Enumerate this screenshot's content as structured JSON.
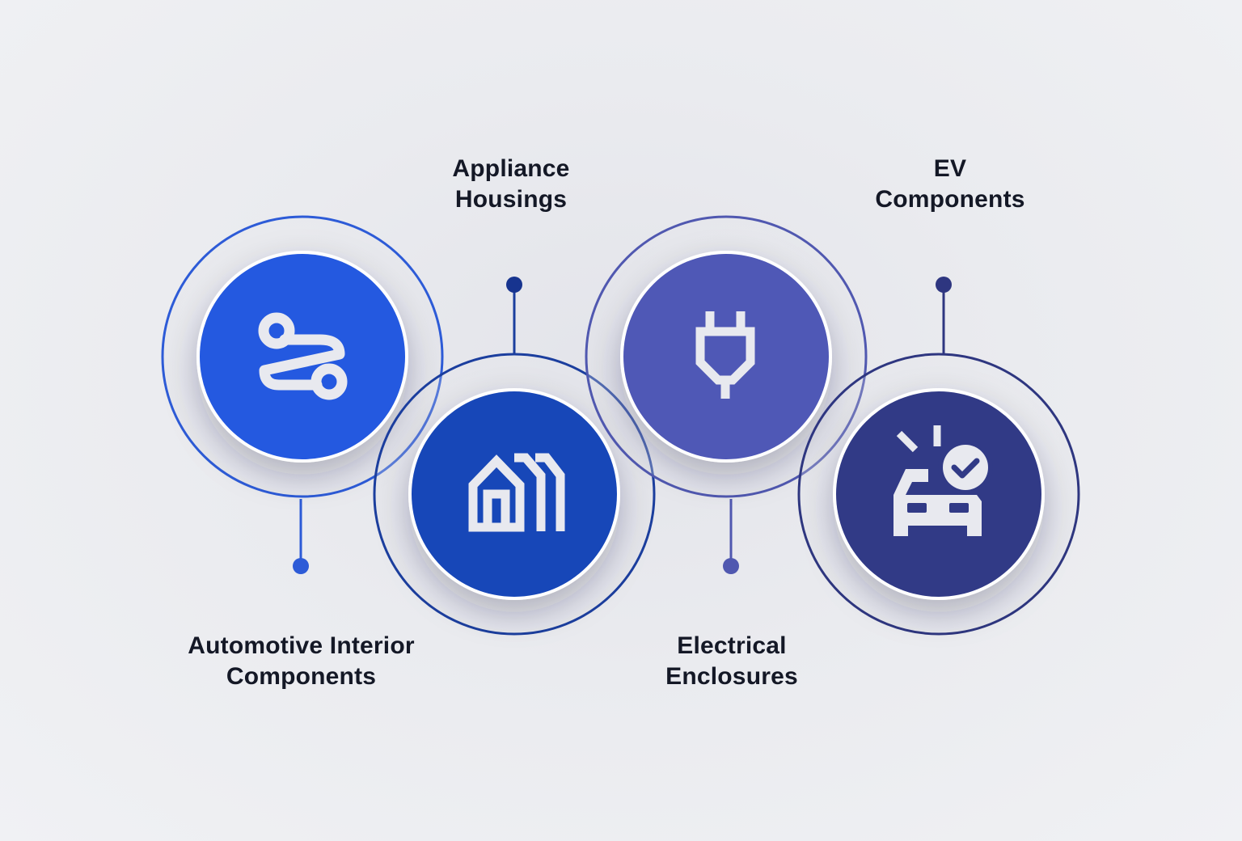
{
  "items": [
    {
      "id": "automotive",
      "label_line1": "Automotive Interior",
      "label_line2": "Components",
      "icon": "route-icon",
      "color": "#2459e0",
      "ring_color": "#2d5bd7"
    },
    {
      "id": "appliance",
      "label_line1": "Appliance",
      "label_line2": "Housings",
      "icon": "smart-home-icon",
      "color": "#1747b8",
      "ring_color": "#1b3e9e"
    },
    {
      "id": "electrical",
      "label_line1": "Electrical",
      "label_line2": "Enclosures",
      "icon": "plug-icon",
      "color": "#4f58b6",
      "ring_color": "#5058b0"
    },
    {
      "id": "ev",
      "label_line1": "EV",
      "label_line2": "Components",
      "icon": "car-check-icon",
      "color": "#313a86",
      "ring_color": "#2e3680"
    }
  ]
}
